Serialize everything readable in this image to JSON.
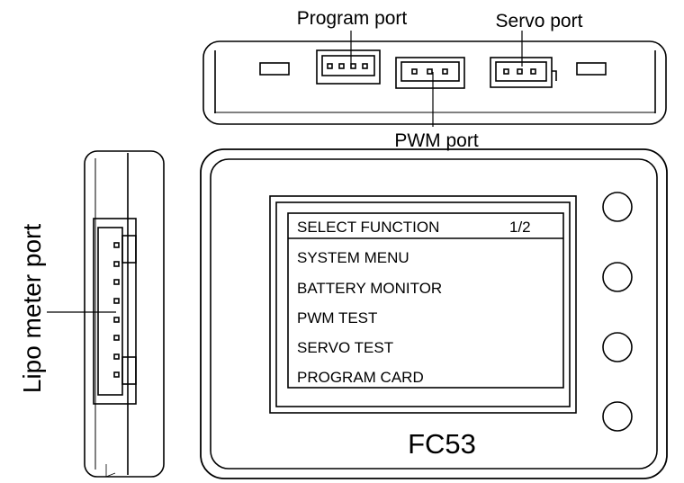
{
  "labels": {
    "program_port": "Program port",
    "servo_port": "Servo port",
    "pwm_port": "PWM port",
    "lipo_meter_port": "Lipo meter port"
  },
  "device": {
    "model": "FC53"
  },
  "screen": {
    "header_title": "SELECT FUNCTION",
    "page_indicator": "1/2",
    "menu_items": [
      "SYSTEM MENU",
      "BATTERY MONITOR",
      "PWM TEST",
      "SERVO TEST",
      "PROGRAM CARD"
    ]
  },
  "colors": {
    "line": "#000000",
    "screen_fill": "#ffffff"
  }
}
